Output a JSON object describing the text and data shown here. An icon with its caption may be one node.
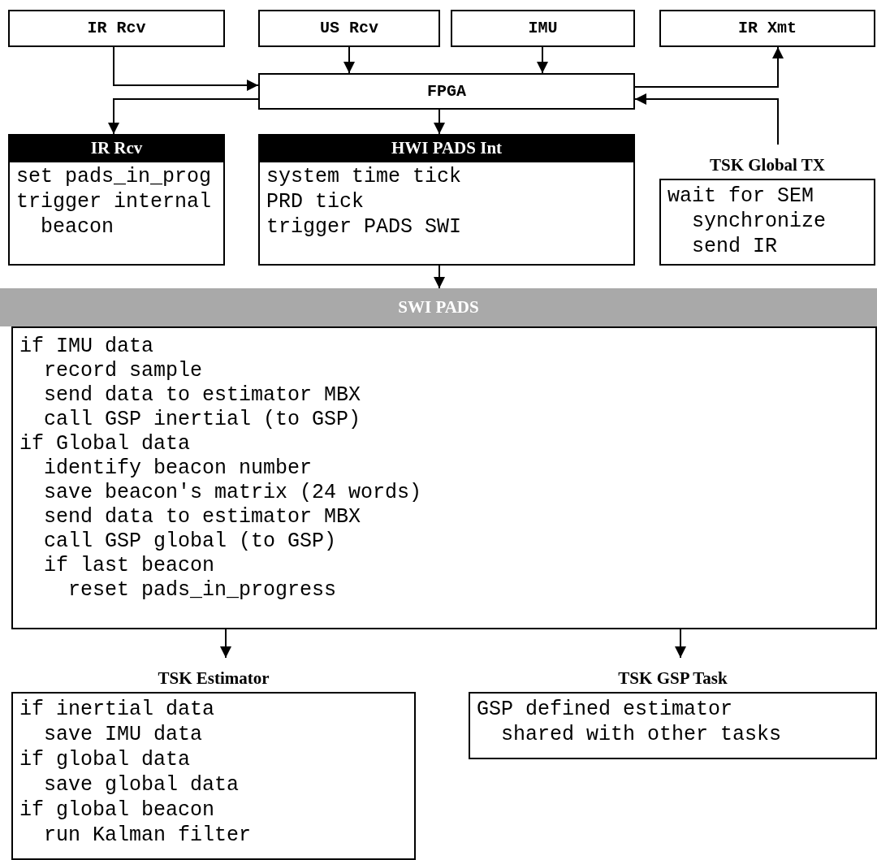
{
  "diagram": {
    "nodes": [
      {
        "text": [
          "IR Rcv"
        ]
      },
      {
        "text": [
          "US Rcv"
        ]
      },
      {
        "text": [
          "IMU"
        ]
      },
      {
        "text": [
          "IR Xmt"
        ]
      },
      {
        "text": [
          "FPGA"
        ]
      },
      {
        "text": [
          "IR Rcv",
          "set pads_in_prog",
          "trigger internal beacon"
        ]
      },
      {
        "text": [
          "HWI PADS Int",
          "system time tick",
          "PRD tick",
          "trigger PADS SWI"
        ]
      },
      {
        "text": [
          "TSK Global TX",
          "wait for SEM",
          "  synchronize",
          "  send IR"
        ]
      },
      {
        "text": [
          "SWI PADS",
          "if IMU data",
          "  record sample",
          "  send data to estimator MBX",
          "  call GSP inertial (to GSP)",
          "if Global data",
          "  identify beacon number",
          "  save beacon's matrix (24 words)",
          "  send data to estimator MBX",
          "  call GSP global (to GSP)",
          "  if last beacon",
          "    reset pads_in_progress"
        ]
      },
      {
        "text": [
          "TSK Estimator",
          "if inertial data",
          "  save IMU data",
          "if global data",
          "  save global data",
          "if global beacon",
          "  run Kalman filter"
        ]
      },
      {
        "text": [
          "TSK GSP Task",
          "GSP defined estimator",
          "  shared with other tasks"
        ]
      }
    ],
    "edges": [
      {
        "from": 0,
        "to": 4,
        "arrow": "to"
      },
      {
        "from": 1,
        "to": 4,
        "arrow": "to"
      },
      {
        "from": 2,
        "to": 4,
        "arrow": "to"
      },
      {
        "from": 4,
        "to": 3,
        "arrow": "to"
      },
      {
        "from": 4,
        "to": 5,
        "arrow": "to"
      },
      {
        "from": 4,
        "to": 6,
        "arrow": "to"
      },
      {
        "from": 7,
        "to": 4,
        "arrow": "to"
      },
      {
        "from": 6,
        "to": 8,
        "arrow": "to"
      },
      {
        "from": 8,
        "to": 9,
        "arrow": "to"
      },
      {
        "from": 8,
        "to": 10,
        "arrow": "to"
      }
    ]
  }
}
